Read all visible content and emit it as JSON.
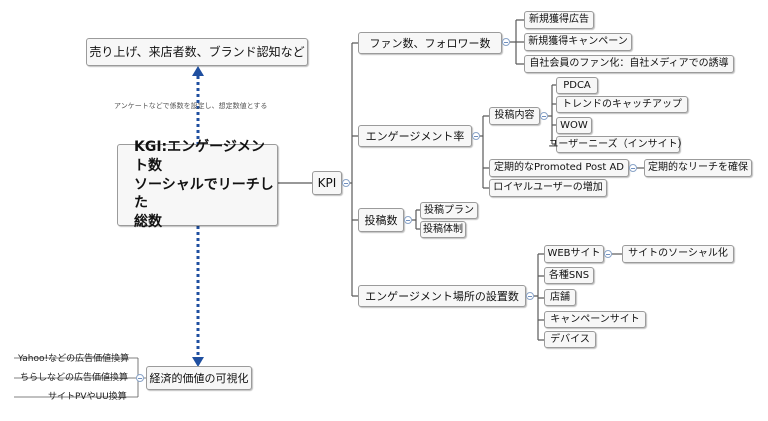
{
  "kgi": {
    "line1": "KGI:エンゲージメント数",
    "line2": "ソーシャルでリーチした",
    "line3": "総数"
  },
  "top_goal": "売り上げ、来店者数、ブランド認知など",
  "top_note": "アンケートなどで係数を設定し、想定数値とする",
  "kpi": "KPI",
  "fans": {
    "label": "ファン数、フォロワー数",
    "children": [
      "新規獲得広告",
      "新規獲得キャンペーン",
      "自社会員のファン化：自社メディアでの誘導"
    ]
  },
  "engagement": {
    "label": "エンゲージメント率",
    "post_content": "投稿内容",
    "post_children": [
      "PDCA",
      "トレンドのキャッチアップ",
      "WOW",
      "ユーザーニーズ（インサイト）"
    ],
    "promoted": "定期的なPromoted Post AD",
    "promoted_child": "定期的なリーチを確保",
    "loyal": "ロイヤルユーザーの増加"
  },
  "posts": {
    "label": "投稿数",
    "children": [
      "投稿プラン",
      "投稿体制"
    ]
  },
  "location": {
    "label": "エンゲージメント場所の設置数",
    "web": "WEBサイト",
    "web_child": "サイトのソーシャル化",
    "children": [
      "各種SNS",
      "店舗",
      "キャンペーンサイト",
      "デバイス"
    ]
  },
  "economic": {
    "label": "経済的価値の可視化",
    "children": [
      "Yahoo!などの広告価値換算",
      "ちらしなどの広告価値換算",
      "サイトPVやUU換算"
    ]
  },
  "colors": {
    "line": "#555555",
    "dotted": "#1f4fa0",
    "toggle": "#8aa4c8"
  }
}
